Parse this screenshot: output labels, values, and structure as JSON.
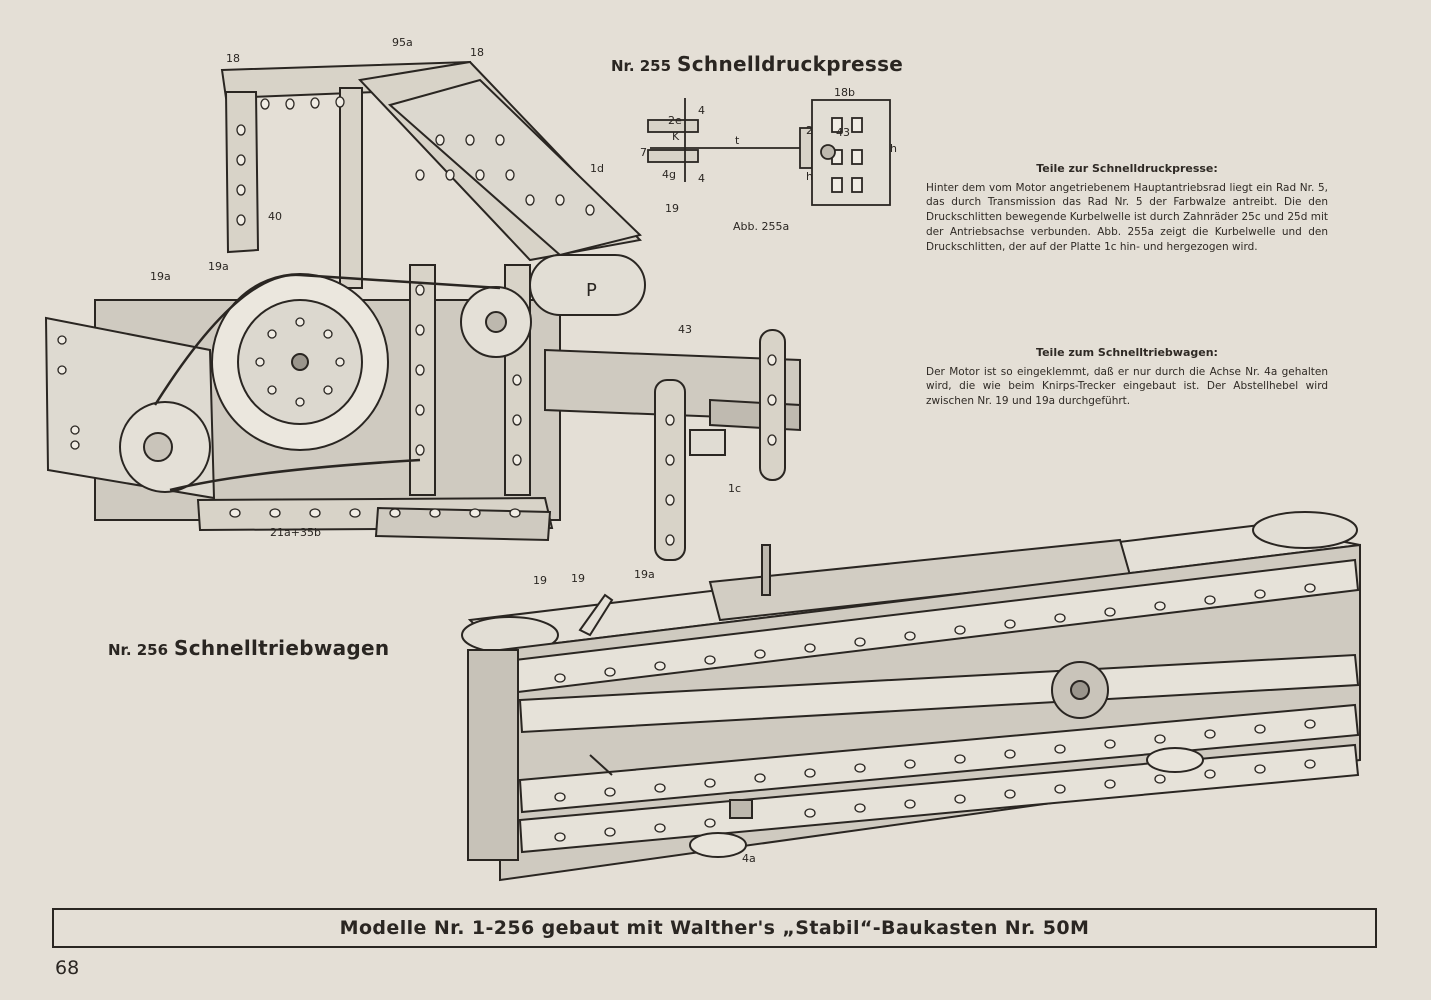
{
  "model_255": {
    "number": "Nr. 255",
    "name": "Schnelldruckpresse",
    "figure_caption": "Abb. 255a",
    "part_labels": [
      "18",
      "95a",
      "18",
      "1d",
      "19",
      "40",
      "19a",
      "19a",
      "P",
      "43",
      "1c",
      "21a+35b",
      "19"
    ],
    "detail_labels": [
      "4",
      "2e",
      "K",
      "7",
      "4g",
      "4",
      "t",
      "18b",
      "2",
      "43",
      "h",
      "h"
    ]
  },
  "model_256": {
    "number": "Nr. 256",
    "name": "Schnelltriebwagen",
    "part_labels": [
      "19",
      "19a",
      "4a"
    ]
  },
  "text_255": {
    "heading": "Teile zur Schnelldruckpresse:",
    "body": "Hinter dem vom Motor angetriebenem Hauptantriebsrad liegt ein Rad Nr. 5, das durch Transmission das Rad Nr. 5 der Farbwalze antreibt. Die den Druckschlitten bewegende Kurbelwelle ist durch Zahnräder 25c und 25d mit der Antriebsachse verbunden. Abb. 255a zeigt die Kurbelwelle und den Druckschlitten, der auf der Platte 1c hin- und hergezogen wird."
  },
  "text_256": {
    "heading": "Teile zum Schnelltriebwagen:",
    "body": "Der Motor ist so eingeklemmt, daß er nur durch die Achse Nr. 4a gehalten wird, die wie beim Knirps-Trecker eingebaut ist. Der Abstellhebel wird zwischen Nr. 19 und 19a durchgeführt."
  },
  "footer": {
    "caption": "Modelle Nr. 1-256 gebaut mit Walther's „Stabil“-Baukasten Nr. 50M"
  },
  "page_number": "68",
  "colors": {
    "paper": "#e4dfd6",
    "ink": "#2a2622",
    "metal": "#d8d3c8",
    "shade": "#9a958c"
  }
}
